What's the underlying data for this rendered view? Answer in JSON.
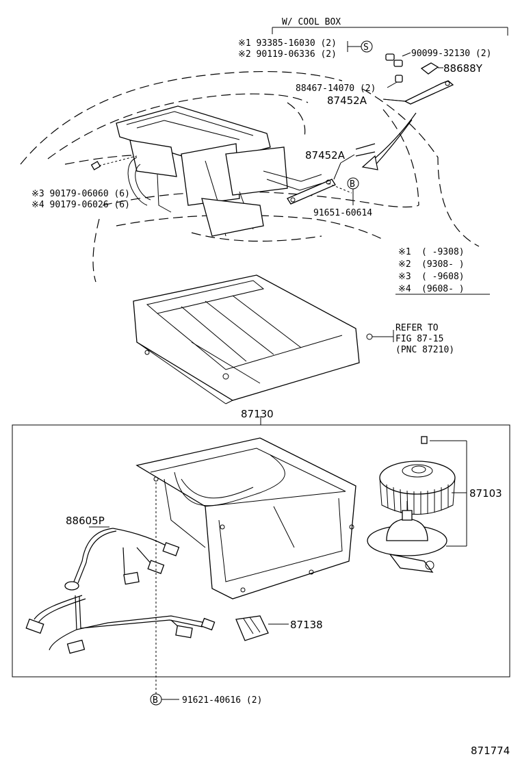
{
  "header": {
    "cool_box": "W/ COOL BOX"
  },
  "notes": {
    "n1": "※1 93385-16030 (2)",
    "n2": "※2 90119-06336 (2)",
    "n3": "※3 90179-06060 (6)",
    "n4": "※4 90179-06026 (6)",
    "circle_s": "S",
    "circle_b": "B"
  },
  "parts": {
    "p90099": "90099-32130 (2)",
    "p88688y": "88688Y",
    "p88467": "88467-14070 (2)",
    "p87452a_top": "87452A",
    "p87452a_mid": "87452A",
    "p91651": "91651-60614",
    "p87130": "87130",
    "p87103": "87103",
    "p88605p": "88605P",
    "p87138": "87138",
    "p91621": "91621-40616 (2)"
  },
  "refer": {
    "line1": "REFER TO",
    "line2": "FIG 87-15",
    "line3": "(PNC 87210)"
  },
  "legend": [
    {
      "mark": "※1",
      "range": "(     -9308)"
    },
    {
      "mark": "※2",
      "range": "(9308-     )"
    },
    {
      "mark": "※3",
      "range": "(     -9608)"
    },
    {
      "mark": "※4",
      "range": "(9608-     )"
    }
  ],
  "figure_number": "871774"
}
